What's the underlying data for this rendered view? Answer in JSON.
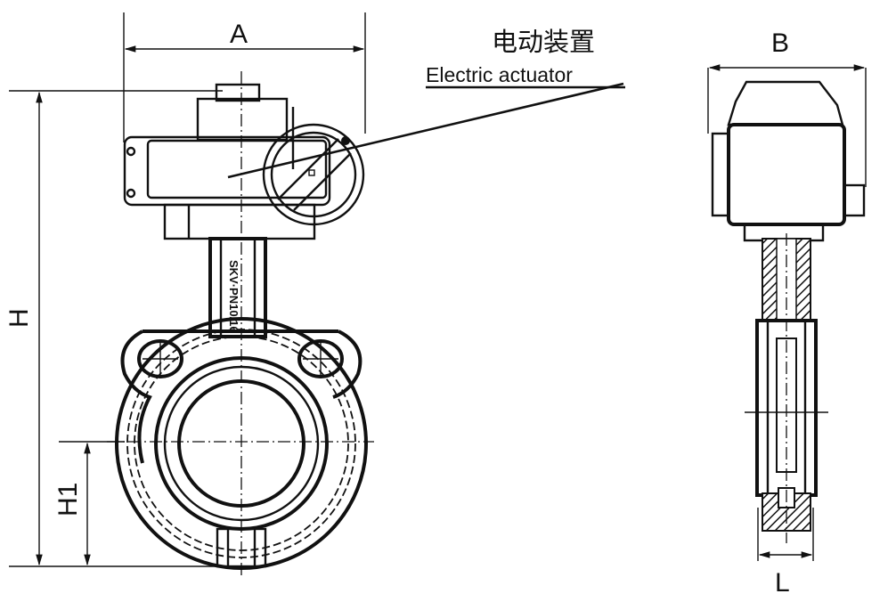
{
  "drawing": {
    "title_cn": "电动装置",
    "title_en": "Electric actuator",
    "stem_marking": "SKV·PN10/16"
  },
  "dimensions": {
    "A": "A",
    "B": "B",
    "H": "H",
    "H1": "H1",
    "L": "L"
  },
  "views": [
    "front-view",
    "side-view"
  ]
}
